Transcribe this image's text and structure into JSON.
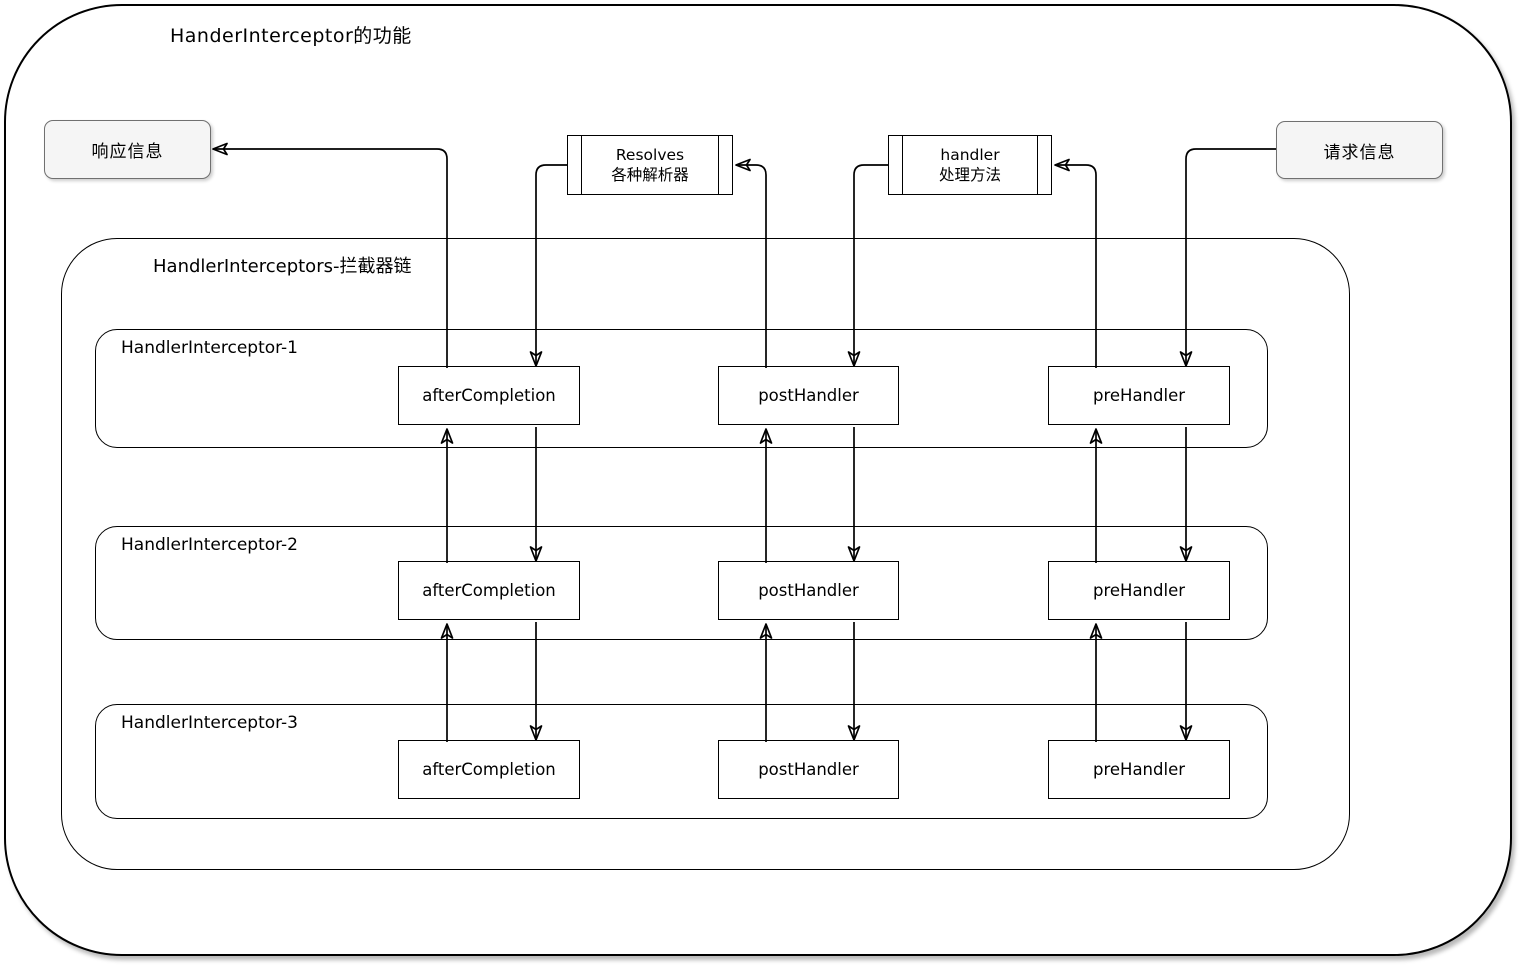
{
  "title": "HanderInterceptor的功能",
  "colors": {
    "stroke": "#000000",
    "box_fill": "#ffffff",
    "endpoint_fill": "#f5f5f5",
    "endpoint_border": "#707070"
  },
  "endpoints": {
    "response": {
      "label": "响应信息"
    },
    "request": {
      "label": "请求信息"
    },
    "resolves": {
      "line1": "Resolves",
      "line2": "各种解析器"
    },
    "handler": {
      "line1": "handler",
      "line2": "处理方法"
    }
  },
  "chain": {
    "label": "HandlerInterceptors-拦截器链",
    "interceptors": [
      {
        "label": "HandlerInterceptor-1",
        "methods": {
          "after": "afterCompletion",
          "post": "postHandler",
          "pre": "preHandler"
        }
      },
      {
        "label": "HandlerInterceptor-2",
        "methods": {
          "after": "afterCompletion",
          "post": "postHandler",
          "pre": "preHandler"
        }
      },
      {
        "label": "HandlerInterceptor-3",
        "methods": {
          "after": "afterCompletion",
          "post": "postHandler",
          "pre": "preHandler"
        }
      }
    ]
  }
}
